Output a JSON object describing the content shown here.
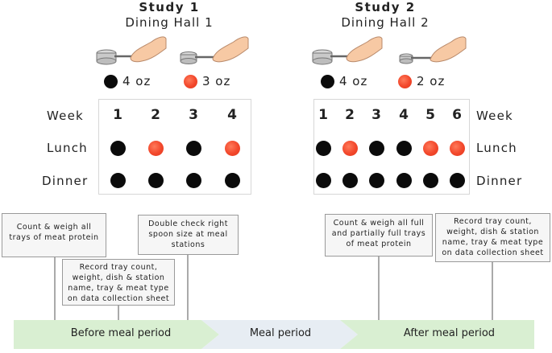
{
  "studies": [
    {
      "title": "Study 1",
      "hall": "Dining Hall 1",
      "legend": [
        {
          "color": "black",
          "label": "4 oz"
        },
        {
          "color": "red",
          "label": "3 oz"
        }
      ],
      "week_label": "Week",
      "weeks": [
        "1",
        "2",
        "3",
        "4"
      ],
      "lunch_label": "Lunch",
      "dinner_label": "Dinner",
      "lunch": [
        "black",
        "red",
        "black",
        "red"
      ],
      "dinner": [
        "black",
        "black",
        "black",
        "black"
      ]
    },
    {
      "title": "Study 2",
      "hall": "Dining Hall 2",
      "legend": [
        {
          "color": "black",
          "label": "4 oz"
        },
        {
          "color": "red",
          "label": "2 oz"
        }
      ],
      "week_label": "Week",
      "weeks": [
        "1",
        "2",
        "3",
        "4",
        "5",
        "6"
      ],
      "lunch_label": "Lunch",
      "dinner_label": "Dinner",
      "lunch": [
        "black",
        "red",
        "black",
        "black",
        "red",
        "red"
      ],
      "dinner": [
        "black",
        "black",
        "black",
        "black",
        "black",
        "black"
      ]
    }
  ],
  "notes": [
    "Count & weigh all trays of meat protein",
    "Record tray count, weight, dish & station name, tray & meat type on data collection sheet",
    "Double check right spoon size at meal stations",
    "Count & weigh all full and partially full trays of meat protein",
    "Record tray count, weight, dish & station name, tray & meat type on data collection sheet"
  ],
  "phases": [
    "Before meal period",
    "Meal period",
    "After meal period"
  ],
  "colors": {
    "phase_green": "#d9efd2",
    "phase_blue": "#e7edf3",
    "red_dot": "#f2472b",
    "black_dot": "#0b0b0b"
  },
  "icons": [
    "serving-spoon-hand-icon"
  ]
}
